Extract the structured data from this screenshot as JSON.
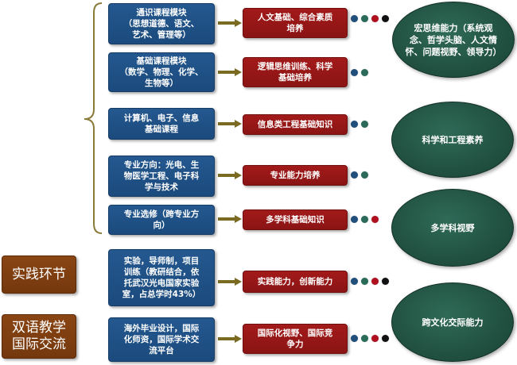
{
  "courses": [
    "通识课程模块\n（思想道德、语文、\n艺术、管理等）",
    "基础课程模块\n（数学、物理、化学、\n生物等）",
    "计算机、电子、信息\n基础课程",
    "专业方向：光电、生\n物医学工程、电子科\n学与技术",
    "专业选修（跨专业方\n向）",
    "实验，导师制，项目\n训练（教研结合，依\n托武汉光电国家实验\n室，占总学时43%）",
    "海外毕业设计，国际\n化师资，国际学术交\n流平台"
  ],
  "outcomes": [
    "人文基础、综合素质\n培养",
    "逻辑思维训练、科学\n基础培养",
    "信息类工程基础知识",
    "专业能力培养",
    "多学科基础知识",
    "实践能力，创新能力",
    "国际化视野、国际竞\n争力"
  ],
  "sections": [
    "实践环节",
    "双语教学\n国际交流"
  ],
  "abilities": [
    "宏思维能力（系统观\n念、哲学头脑、人文情\n怀、问题视野、领导力）",
    "科学和工程素养",
    "多学科视野",
    "跨文化交际能力"
  ],
  "colors": {
    "course_box": "#1b4a7d",
    "outcome_box": "#8a1414",
    "section_box": "#74380e",
    "ability_ellipse": "#1f4d3e",
    "arrow": "#7a6a22",
    "bracket": "#8a7a3a",
    "dot_blue": "#1f4f7a",
    "dot_green": "#2a6b5a",
    "dot_red": "#b00f1f",
    "dot_black": "#111111"
  }
}
